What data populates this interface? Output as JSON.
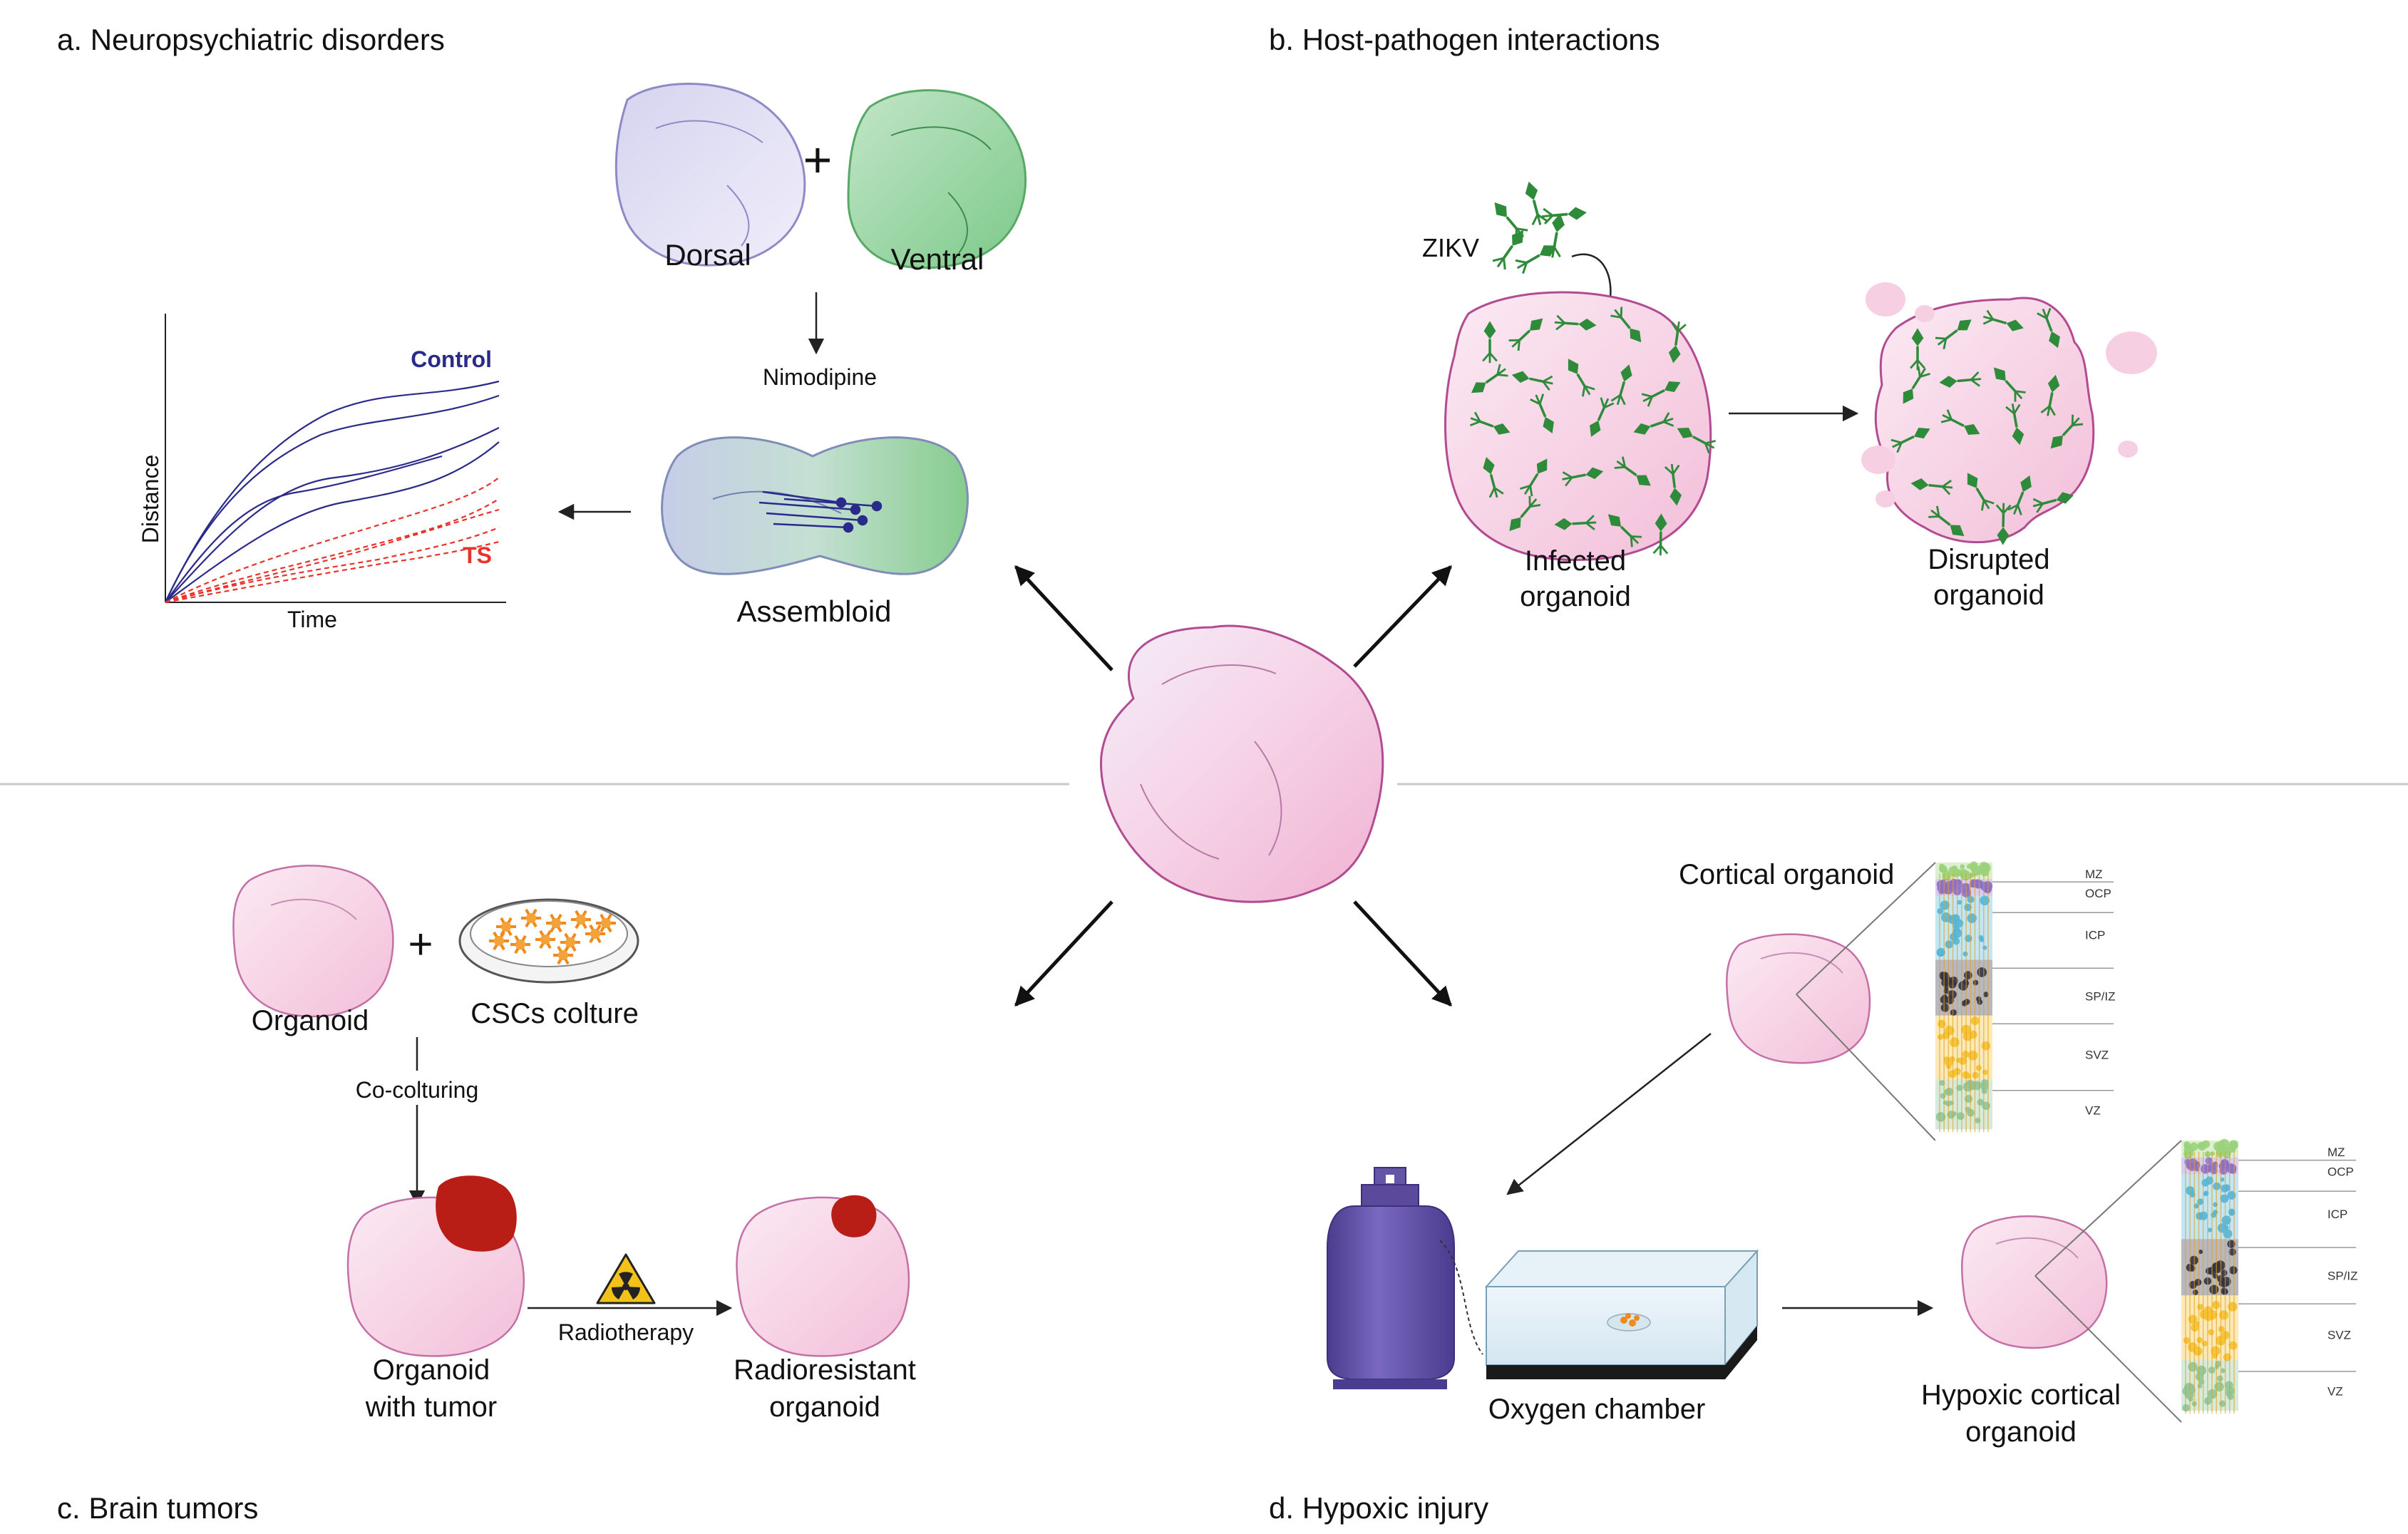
{
  "panels": {
    "a": {
      "title": "a. Neuropsychiatric disorders",
      "dorsal": "Dorsal",
      "ventral": "Ventral",
      "plus": "+",
      "drug": "Nimodipine",
      "assembloid": "Assembloid",
      "plot": {
        "ylabel": "Distance",
        "xlabel": "Time",
        "control": "Control",
        "ts": "TS"
      }
    },
    "b": {
      "title": "b. Host-pathogen interactions",
      "virus": "ZIKV",
      "infected_1": "Infected",
      "infected_2": "organoid",
      "disrupted_1": "Disrupted",
      "disrupted_2": "organoid"
    },
    "c": {
      "title": "c. Brain tumors",
      "organoid": "Organoid",
      "plus": "+",
      "csc": "CSCs colture",
      "co": "Co-colturing",
      "tumor_1": "Organoid",
      "tumor_2": "with tumor",
      "radio": "Radiotherapy",
      "resist_1": "Radioresistant",
      "resist_2": "organoid"
    },
    "d": {
      "title": "d. Hypoxic injury",
      "cortical": "Cortical organoid",
      "chamber": "Oxygen chamber",
      "hypoxic_1": "Hypoxic cortical",
      "hypoxic_2": "organoid",
      "layers": [
        "MZ",
        "OCP",
        "ICP",
        "SP/IZ",
        "SVZ",
        "VZ"
      ]
    }
  },
  "colors": {
    "control": "#2a2a8a",
    "ts": "#e8322a",
    "virus": "#2e8b3a",
    "tumor": "#b81e16",
    "cylinder": "#6654a8",
    "organoid_pink": "#f4c6dc"
  }
}
